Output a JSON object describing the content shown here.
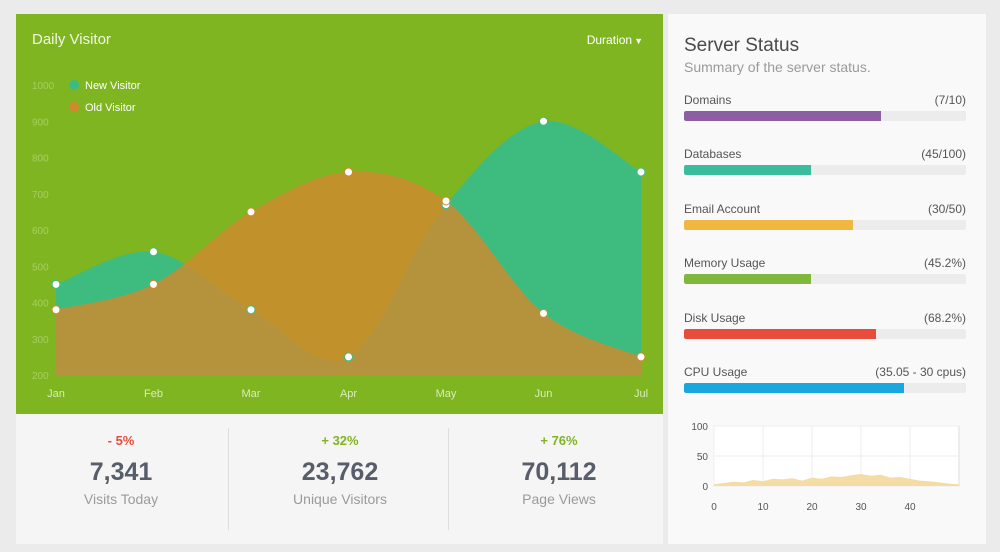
{
  "visitors": {
    "title": "Daily Visitor",
    "duration_label": "Duration",
    "chart_data": {
      "type": "area",
      "x": [
        "Jan",
        "Feb",
        "Mar",
        "Apr",
        "May",
        "Jun",
        "Jul"
      ],
      "ylim": [
        200,
        1000
      ],
      "yticks": [
        200,
        300,
        400,
        500,
        600,
        700,
        800,
        900,
        1000
      ],
      "grid": false,
      "legend": "top-left",
      "series": [
        {
          "name": "New Visitor",
          "values": [
            450,
            540,
            380,
            250,
            670,
            900,
            760
          ],
          "color": "#3bbc84"
        },
        {
          "name": "Old Visitor",
          "values": [
            380,
            450,
            650,
            760,
            680,
            370,
            250
          ],
          "color": "#d08a2e"
        }
      ]
    }
  },
  "stats": [
    {
      "change": "- 5%",
      "trend": "down",
      "value": "7,341",
      "label": "Visits Today"
    },
    {
      "change": "+ 32%",
      "trend": "up",
      "value": "23,762",
      "label": "Unique Visitors"
    },
    {
      "change": "+ 76%",
      "trend": "up",
      "value": "70,112",
      "label": "Page Views"
    }
  ],
  "server": {
    "title": "Server Status",
    "subtitle": "Summary of the server status.",
    "items": [
      {
        "label": "Domains",
        "value": "(7/10)",
        "percent": 70,
        "color": "#8e5ea2"
      },
      {
        "label": "Databases",
        "value": "(45/100)",
        "percent": 45,
        "color": "#3bbc9c"
      },
      {
        "label": "Email Account",
        "value": "(30/50)",
        "percent": 60,
        "color": "#f0b840"
      },
      {
        "label": "Memory Usage",
        "value": "(45.2%)",
        "percent": 45.2,
        "color": "#7fb83d"
      },
      {
        "label": "Disk Usage",
        "value": "(68.2%)",
        "percent": 68.2,
        "color": "#e74c3c"
      },
      {
        "label": "CPU Usage",
        "value": "(35.05 - 30 cpus)",
        "percent": 78,
        "color": "#1aa7e0"
      }
    ]
  },
  "cpu_chart": {
    "chart_data": {
      "type": "area",
      "xlim": [
        0,
        50
      ],
      "xticks": [
        0,
        10,
        20,
        30,
        40
      ],
      "ylim": [
        0,
        100
      ],
      "yticks": [
        0,
        50,
        100
      ],
      "grid": true,
      "color": "#f5dca5",
      "x": [
        0,
        2,
        4,
        6,
        8,
        10,
        12,
        14,
        16,
        18,
        20,
        22,
        24,
        26,
        28,
        30,
        32,
        34,
        36,
        38,
        40,
        42,
        44,
        46,
        48,
        50
      ],
      "values": [
        3,
        5,
        7,
        6,
        10,
        8,
        12,
        11,
        13,
        9,
        14,
        12,
        16,
        15,
        18,
        20,
        17,
        19,
        14,
        15,
        12,
        9,
        8,
        6,
        4,
        3
      ]
    }
  }
}
